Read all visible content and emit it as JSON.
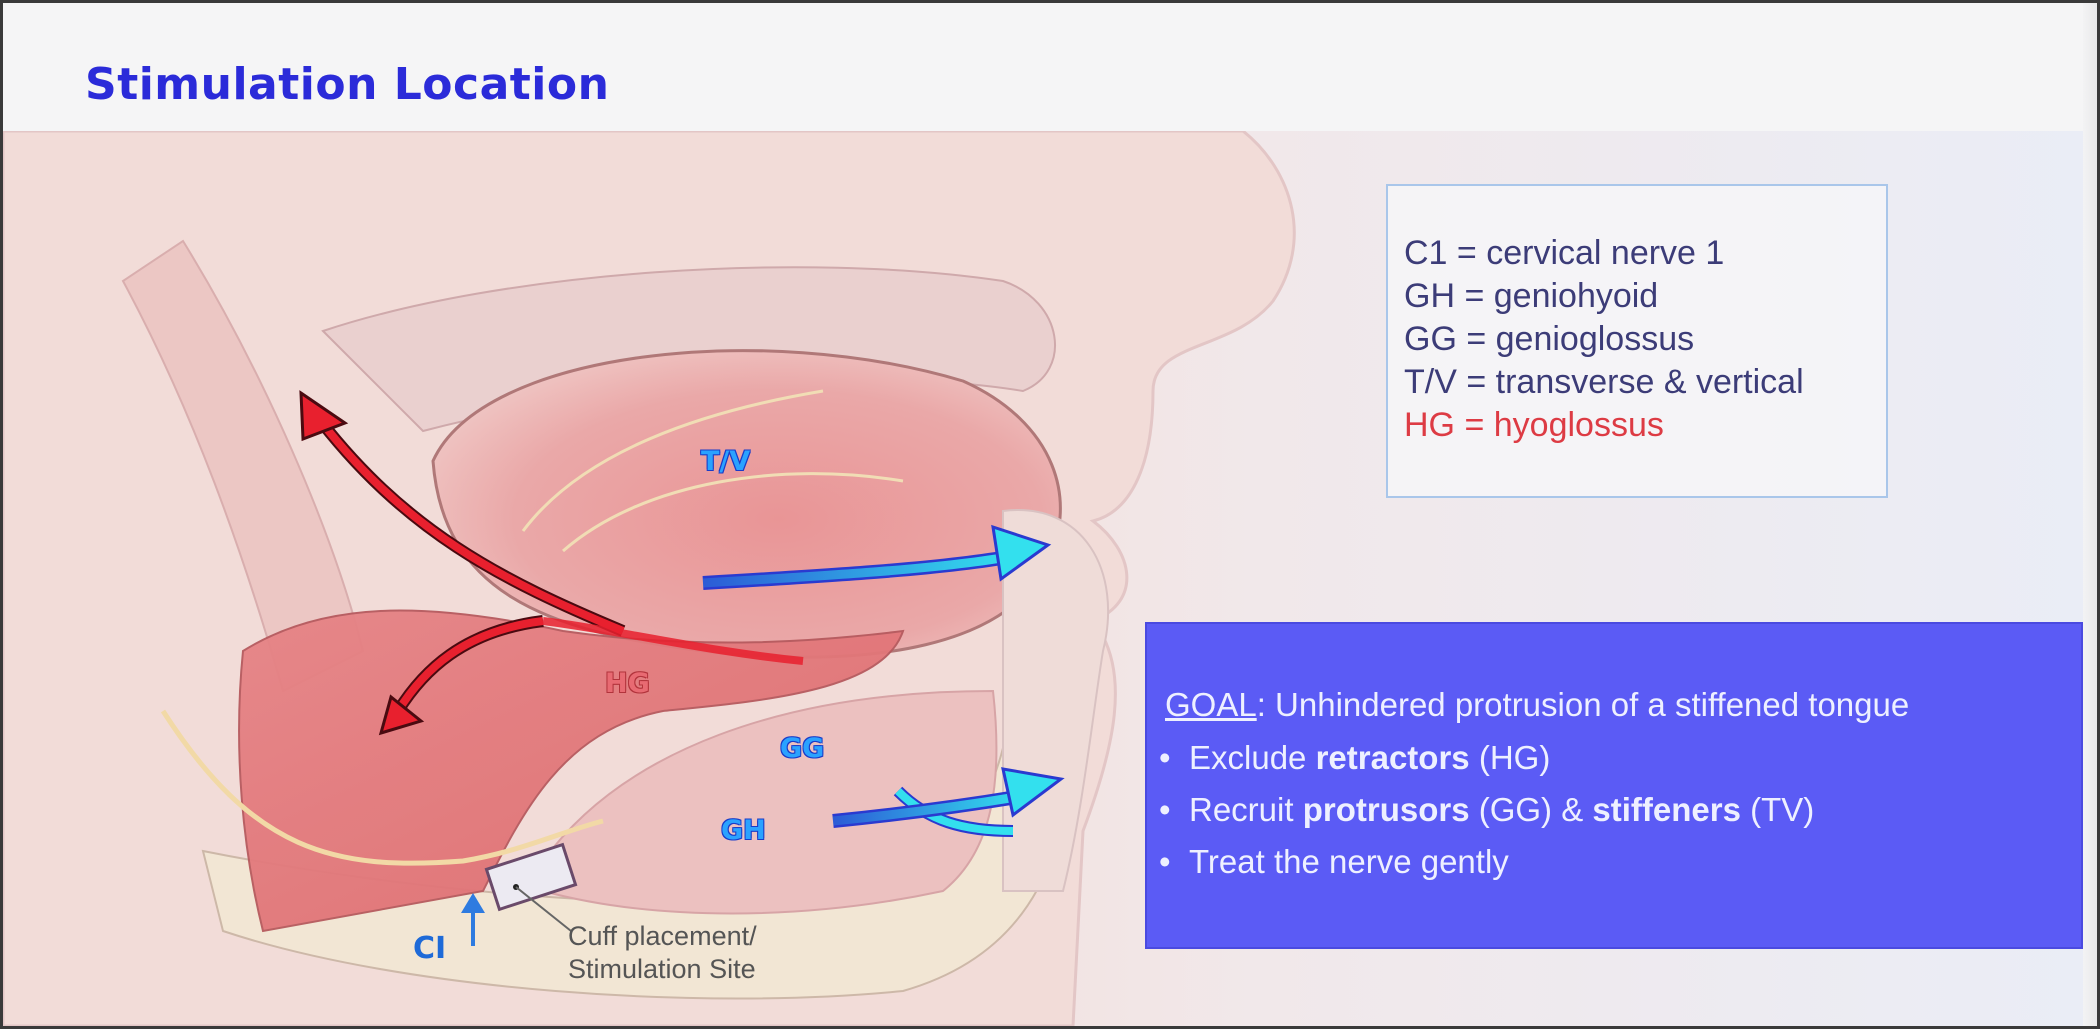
{
  "title": "Stimulation Location",
  "diagram": {
    "muscle_labels": {
      "tv": "T/V",
      "hg": "HG",
      "gg": "GG",
      "gh": "GH",
      "ci": "CI"
    },
    "cuff_caption": [
      "Cuff placement/",
      "Stimulation Site"
    ]
  },
  "legend": {
    "items": [
      {
        "text": "C1 = cervical nerve 1",
        "highlight": false
      },
      {
        "text": "GH = geniohyoid",
        "highlight": false
      },
      {
        "text": "GG = genioglossus",
        "highlight": false
      },
      {
        "text": "T/V = transverse & vertical",
        "highlight": false
      },
      {
        "text": "HG = hyoglossus",
        "highlight": true
      }
    ]
  },
  "goal": {
    "key": "GOAL",
    "headline": ": Unhindered protrusion of a stiffened tongue",
    "bullets": [
      {
        "pre": "Exclude ",
        "bold": "retractors",
        "post": " (HG)"
      },
      {
        "pre": "Recruit ",
        "bold": "protrusors",
        "mid": " (GG) & ",
        "bold2": "stiffeners",
        "post": " (TV)"
      },
      {
        "pre": "Treat the nerve gently"
      }
    ]
  },
  "colors": {
    "title": "#2b2bd9",
    "goal_box": "#5b5bf5",
    "legend_border": "#a9c6ea",
    "legend_text": "#3c3c78",
    "hg_highlight": "#dd3b44",
    "protrusion_arrow": "#33e0ee",
    "retraction_arrow": "#e8202e"
  }
}
